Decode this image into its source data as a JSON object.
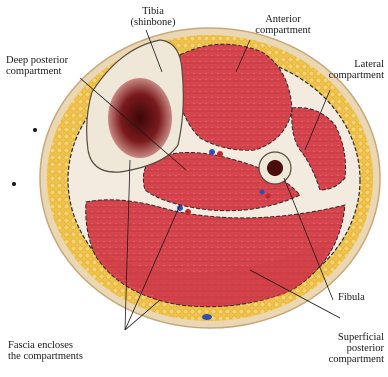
{
  "labels": {
    "tibia": {
      "line1": "Tibia",
      "line2": "(shinbone)"
    },
    "anterior": {
      "line1": "Anterior",
      "line2": "compartment"
    },
    "deep_posterior": {
      "line1": "Deep posterior",
      "line2": "compartment"
    },
    "lateral": {
      "line1": "Lateral",
      "line2": "compartment"
    },
    "fibula": {
      "line1": "Fibula"
    },
    "fascia": {
      "line1": "Fascia encloses",
      "line2": "the compartments"
    },
    "superficial_posterior": {
      "line1": "Superficial",
      "line2": "posterior",
      "line3": "compartment"
    }
  },
  "colors": {
    "fat": "#f0c24a",
    "skin": "#e8d3b0",
    "muscle": "#d9434c",
    "muscle_light": "#e86a72",
    "bone": "#efe8d8",
    "marrow": "#6a1416",
    "fascia_line": "#2a2a2a",
    "vessel_blue": "#2f4fb8",
    "vessel_red": "#c3252b"
  }
}
